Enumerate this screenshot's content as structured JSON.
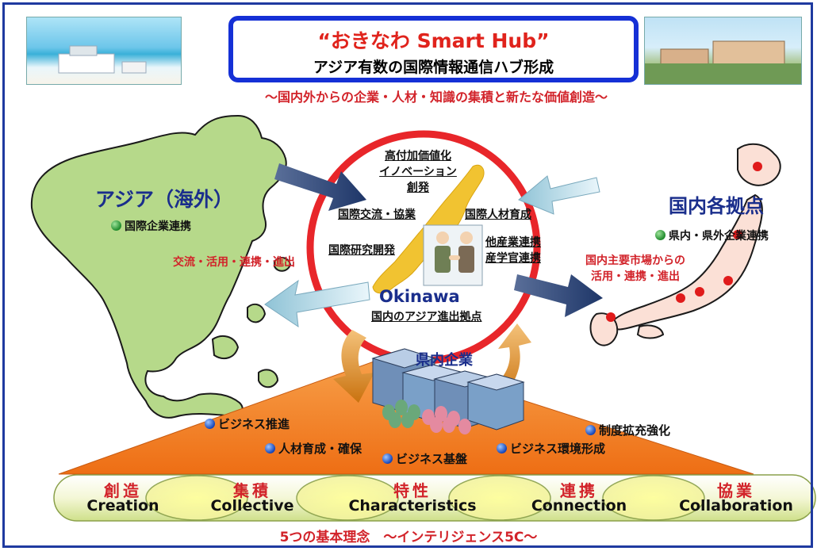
{
  "header": {
    "title": "“おきなわ Smart Hub”",
    "subtitle": "アジア有数の国際情報通信ハブ形成",
    "tagline": "～国内外からの企業・人材・知識の集積と新たな価値創造～"
  },
  "asia": {
    "title": "アジア（海外）",
    "item": "国際企業連携",
    "flow": "交流・活用・連携・進出"
  },
  "japan": {
    "title": "国内各拠点",
    "item": "県内・県外企業連携",
    "flow_line1": "国内主要市場からの",
    "flow_line2": "活用・連携・進出"
  },
  "okinawa": {
    "top_line1": "高付加価値化",
    "top_line2": "イノベーション創発",
    "left_upper": "国際交流・協業",
    "right_upper": "国際人材育成",
    "left_lower": "国際研究開発",
    "right_lower_1": "他産業連携",
    "right_lower_2": "産学官連携",
    "name": "Okinawa",
    "bottom": "国内のアジア進出拠点"
  },
  "local": {
    "title": "県内企業",
    "items": [
      "ビジネス推進",
      "人材育成・確保",
      "ビジネス基盤",
      "ビジネス環境形成",
      "制度拡充強化"
    ]
  },
  "principles": [
    {
      "jp": "創造",
      "en": "Creation"
    },
    {
      "jp": "集積",
      "en": "Collective"
    },
    {
      "jp": "特性",
      "en": "Characteristics"
    },
    {
      "jp": "連携",
      "en": "Connection"
    },
    {
      "jp": "協業",
      "en": "Collaboration"
    }
  ],
  "footer": "5つの基本理念　～インテリジェンス5C～",
  "colors": {
    "accent_red": "#d2232a",
    "title_blue": "#1530d6",
    "map_green": "#b6d98a",
    "ring_red": "#e8262a",
    "japan_fill": "#fbe0d6",
    "pyramid_orange": "#f07a20"
  }
}
